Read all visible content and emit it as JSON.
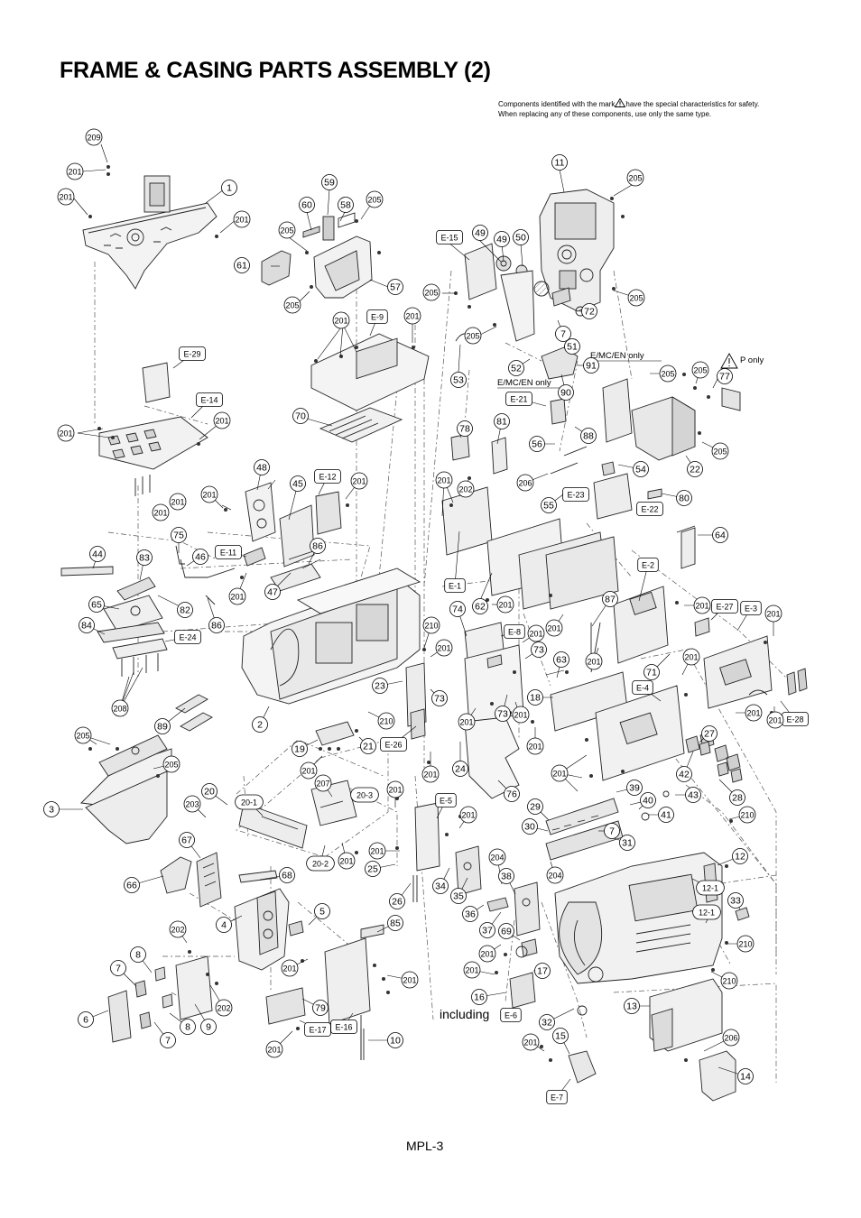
{
  "title": "FRAME & CASING PARTS ASSEMBLY (2)",
  "safety_note": {
    "line1_pre": "Components identified with the mark",
    "line1_post": "have the special characteristics for safety.",
    "line2": "When replacing any of these components, use only the same type."
  },
  "footer": "MPL-3",
  "annotations": {
    "emcen_only_1": "E/MC/EN only",
    "emcen_only_2": "E/MC/EN only",
    "p_only": "P only",
    "including": "including"
  },
  "callouts": {
    "c209": "209",
    "c201_a": "201",
    "c201_b": "201",
    "c1": "1",
    "c201_c": "201",
    "c59": "59",
    "c60": "60",
    "c58": "58",
    "c205_a": "205",
    "c205_b": "205",
    "c61": "61",
    "c57": "57",
    "c205_c": "205",
    "c11": "11",
    "c205_d": "205",
    "cE15": "E-15",
    "c49_a": "49",
    "c49_b": "49",
    "c50": "50",
    "c205_e": "205",
    "c205_f": "205",
    "c72": "72",
    "c205_g": "205",
    "c7_a": "7",
    "c51": "51",
    "c53": "53",
    "c52": "52",
    "c91": "91",
    "c90": "90",
    "c201_d": "201",
    "cE9": "E-9",
    "c201_e": "201",
    "cE29": "E-29",
    "cE14": "E-14",
    "c201_f": "201",
    "c201_g": "201",
    "c201_h": "201",
    "c201_i": "201",
    "c70": "70",
    "c205_h": "205",
    "c205_i": "205",
    "c77": "77",
    "cE21": "E-21",
    "c88": "88",
    "c205_j": "205",
    "c22": "22",
    "c78": "78",
    "c81": "81",
    "c56": "56",
    "c54": "54",
    "c201_j": "201",
    "c202_a": "202",
    "c206_a": "206",
    "cE23": "E-23",
    "c55": "55",
    "c80": "80",
    "cE22": "E-22",
    "c48": "48",
    "cE12": "E-12",
    "c201_k": "201",
    "c45": "45",
    "c201_l": "201",
    "c75": "75",
    "c46": "46",
    "cE11": "E-11",
    "c86_a": "86",
    "c86_b": "86",
    "c47": "47",
    "c201_m": "201",
    "c44": "44",
    "c83": "83",
    "c65": "65",
    "c82": "82",
    "c84": "84",
    "cE24": "E-24",
    "c208": "208",
    "c89": "89",
    "c64": "64",
    "cE1": "E-1",
    "c62": "62",
    "c201_n": "201",
    "cE2": "E-2",
    "c87": "87",
    "c201_o": "201",
    "cE27": "E-27",
    "cE3": "E-3",
    "c201_p": "201",
    "c74": "74",
    "c210_a": "210",
    "cE8": "E-8",
    "c201_q": "201",
    "c201_r": "201",
    "c63": "63",
    "c73_a": "73",
    "c201_s": "201",
    "c71": "71",
    "c201_t": "201",
    "c201_u": "201",
    "cE4": "E-4",
    "c23": "23",
    "c73_b": "73",
    "c18": "18",
    "c73_c": "73",
    "c201_v": "201",
    "c201_w": "201",
    "c201_x": "201",
    "c201_y": "201",
    "cE28": "E-28",
    "c2": "2",
    "c210_b": "210",
    "c19": "19",
    "c21": "21",
    "cE26": "E-26",
    "c201_z": "201",
    "c24": "24",
    "c201_aa": "201",
    "c201_ab": "201",
    "c27": "27",
    "c42": "42",
    "c205_k": "205",
    "c205_l": "205",
    "c3": "3",
    "c76": "76",
    "c201_ac": "201",
    "c39": "39",
    "c43": "43",
    "c28": "28",
    "c207": "207",
    "c20_3": "20-3",
    "c20": "20",
    "c203": "203",
    "c20_1": "20-1",
    "c201_ad": "201",
    "cE5": "E-5",
    "c201_ae": "201",
    "c29": "29",
    "c40": "40",
    "c41": "41",
    "c210_c": "210",
    "c30": "30",
    "c7_b": "7",
    "c31": "31",
    "c12": "12",
    "c67": "67",
    "c201_af": "201",
    "c20_2": "20-2",
    "c201_ag": "201",
    "c25": "25",
    "c204_a": "204",
    "c204_b": "204",
    "c12_1a": "12-1",
    "c66": "66",
    "c68": "68",
    "c34": "34",
    "c35": "35",
    "c38": "38",
    "c33": "33",
    "c26": "26",
    "c5": "5",
    "c36": "36",
    "c12_1b": "12-1",
    "c85": "85",
    "c4": "4",
    "c37": "37",
    "c69": "69",
    "c210_d": "210",
    "c202_b": "202",
    "c8_a": "8",
    "c201_ah": "201",
    "c201_ai": "201",
    "c7_c": "7",
    "c201_aj": "201",
    "c17": "17",
    "c210_e": "210",
    "c201_ak": "201",
    "c202_c": "202",
    "c16": "16",
    "cE6": "E-6",
    "c13": "13",
    "c79": "79",
    "c6": "6",
    "c8_b": "8",
    "c9": "9",
    "cE17": "E-17",
    "cE16": "E-16",
    "c32": "32",
    "c206_b": "206",
    "c7_d": "7",
    "c201_al": "201",
    "c10": "10",
    "c201_am": "201",
    "c15": "15",
    "c14": "14",
    "cE7": "E-7"
  }
}
